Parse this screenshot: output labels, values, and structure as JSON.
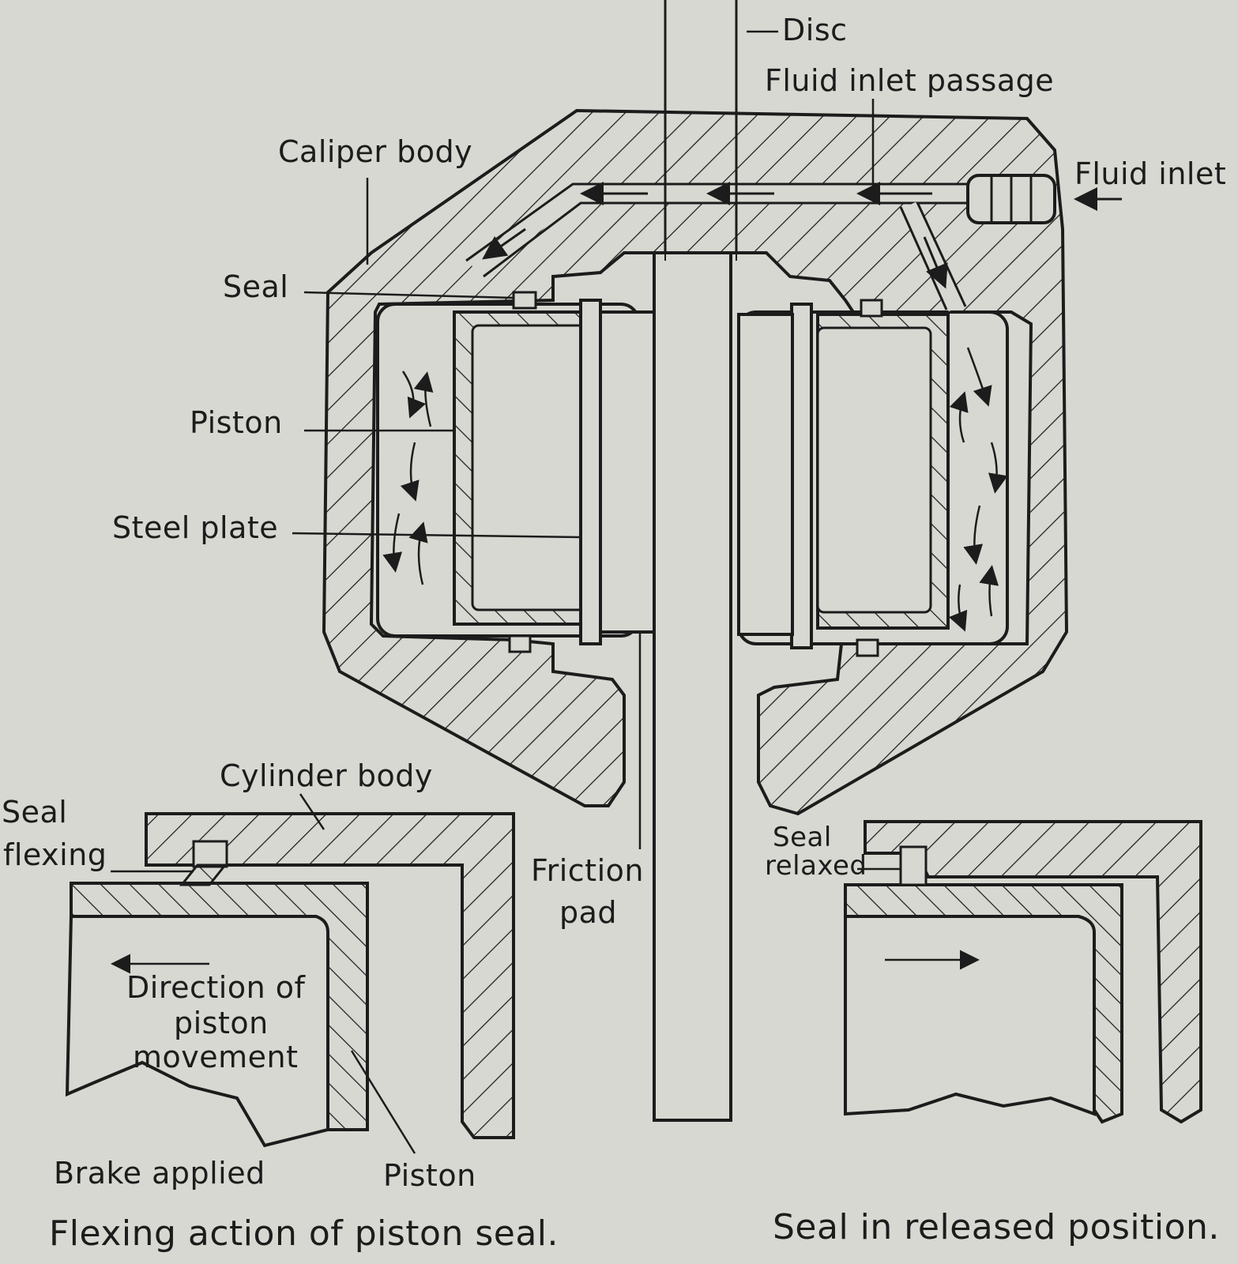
{
  "labels": {
    "disc": "Disc",
    "fluid_inlet_passage": "Fluid inlet passage",
    "caliper_body": "Caliper body",
    "fluid_inlet": "Fluid inlet",
    "seal": "Seal",
    "piston_top": "Piston",
    "steel_plate": "Steel plate",
    "cylinder_body": "Cylinder body",
    "seal_flexing_line1": "Seal",
    "seal_flexing_line2": "flexing",
    "friction_pad_line1": "Friction",
    "friction_pad_line2": "pad",
    "seal_relaxed_line1": "Seal",
    "seal_relaxed_line2": "relaxed",
    "direction_line1": "Direction of",
    "direction_line2": "piston",
    "direction_line3": "movement",
    "brake_applied": "Brake applied",
    "piston_bottom": "Piston"
  },
  "captions": {
    "left": "Flexing action of piston seal.",
    "right": "Seal in released position."
  },
  "colors": {
    "paper": "#d8d8d2",
    "ink": "#1c1c1c"
  }
}
